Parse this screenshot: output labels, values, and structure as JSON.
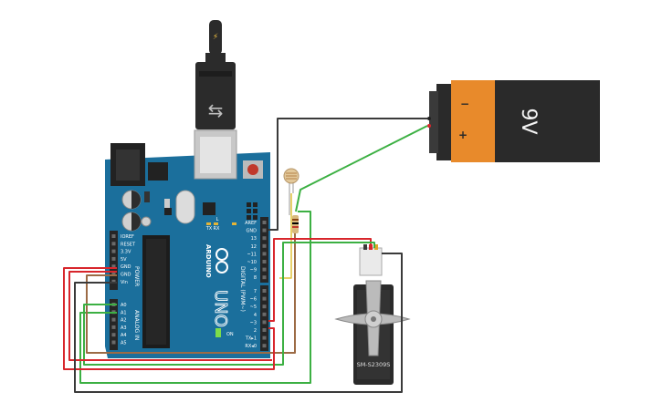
{
  "arduino": {
    "brand": "ARDUINO",
    "model": "UNO",
    "power_label": "POWER",
    "analog_label": "ANALOG IN",
    "digital_label": "DIGITAL (PWM~)",
    "power_pins": [
      "IOREF",
      "RESET",
      "3.3V",
      "5V",
      "GND",
      "GND",
      "Vin"
    ],
    "analog_pins": [
      "A0",
      "A1",
      "A2",
      "A3",
      "A4",
      "A5"
    ],
    "digital_pins_top": [
      "AREF",
      "GND",
      "13",
      "12",
      "~11",
      "~10",
      "~9",
      "8"
    ],
    "digital_pins_bottom": [
      "7",
      "~6",
      "~5",
      "4",
      "~3",
      "2",
      "TX▸1",
      "RX◂0"
    ],
    "led_labels": [
      "TX",
      "RX"
    ],
    "on_label": "ON",
    "l_label": "L"
  },
  "battery": {
    "label": "9V",
    "plus": "+",
    "minus": "−"
  },
  "servo": {
    "label": "SM-S2309S"
  },
  "colors": {
    "board": "#1b6f9c",
    "board_dark": "#14587e",
    "wire_red": "#d8262c",
    "wire_black": "#3a3a3a",
    "wire_green": "#3cb043",
    "wire_brown": "#9c6b45",
    "battery_orange": "#e88a2b",
    "battery_black": "#2a2a2a"
  }
}
